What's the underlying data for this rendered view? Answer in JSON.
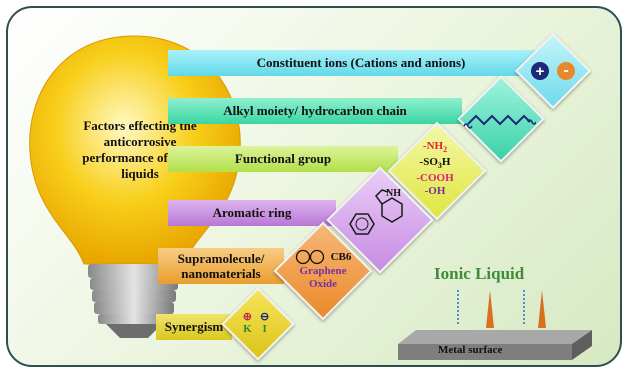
{
  "bulb": {
    "title": "Factors effecting the anticorrosive performance of ionic liquids"
  },
  "bars": [
    {
      "label": "Constituent ions (Cations and anions)",
      "color": "#7fe6f2"
    },
    {
      "label": "Alkyl moiety/ hydrocarbon chain",
      "color": "#56e2b8"
    },
    {
      "label": "Functional group",
      "color": "#c4e86a"
    },
    {
      "label": "Aromatic ring",
      "color": "#c98fe0"
    },
    {
      "label_line1": "Supramolecule/",
      "label_line2": "nanomaterials",
      "color": "#f0b24c"
    },
    {
      "label": "Synergism",
      "color": "#e6d836"
    }
  ],
  "ions": {
    "plus": "+",
    "minus": "-"
  },
  "functional_groups": {
    "nh2": "-NH",
    "nh2_sub": "2",
    "so3h_a": "-SO",
    "so3h_sub": "3",
    "so3h_b": "H",
    "cooh": "-COOH",
    "oh": "-OH"
  },
  "aromatic": {
    "nh_label": "NH"
  },
  "supra": {
    "cb6": "CB6",
    "graphene": "Graphene",
    "oxide": "Oxide"
  },
  "synergism": {
    "k_sign": "⊕",
    "k": "K",
    "i_sign": "⊖",
    "i": "I"
  },
  "metal": {
    "title": "Ionic Liquid",
    "surface": "Metal surface"
  },
  "colors": {
    "fg_red": "#e0202a",
    "fg_pink": "#e0207a",
    "fg_purple": "#7b2fa0",
    "il_green": "#3f8c3a",
    "bulb": "#f6c400"
  }
}
